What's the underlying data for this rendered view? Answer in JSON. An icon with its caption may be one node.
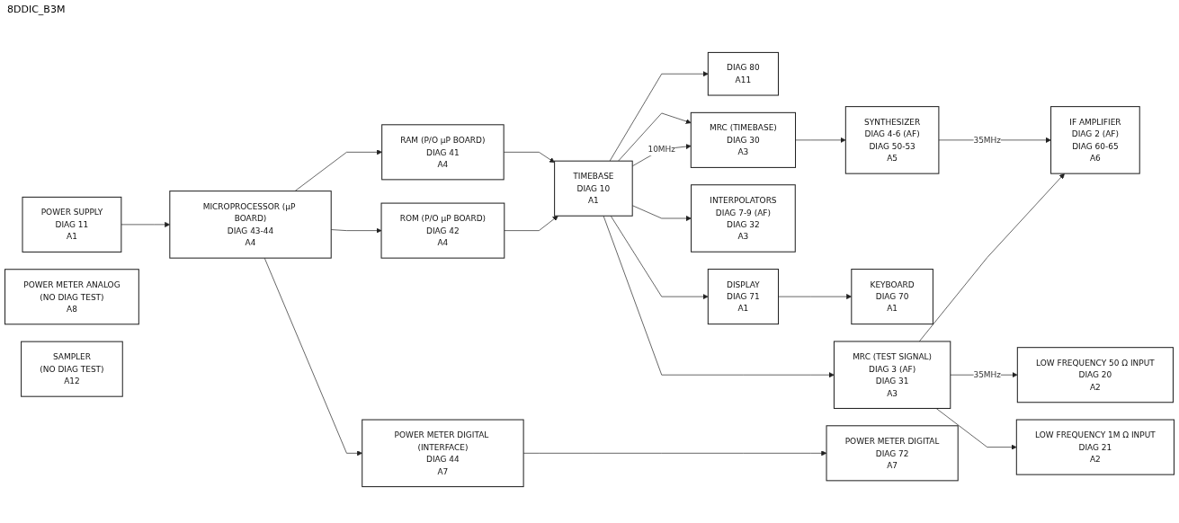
{
  "diagram": {
    "nodes": [
      {
        "text": [
          "POWER SUPPLY",
          "DIAG 11",
          "A1"
        ]
      },
      {
        "text": [
          "MICROPROCESSOR (µP BOARD)",
          "DIAG 43-44",
          "A4"
        ]
      },
      {
        "text": [
          "RAM (P/O µP BOARD)",
          "DIAG 41",
          "A4"
        ]
      },
      {
        "text": [
          "ROM (P/O µP BOARD)",
          "DIAG 42",
          "A4"
        ]
      },
      {
        "text": [
          "POWER METER DIGITAL (INTERFACE)",
          "DIAG 44",
          "A7"
        ]
      },
      {
        "text": [
          "POWER METER ANALOG",
          "(NO DIAG TEST)",
          "A8"
        ]
      },
      {
        "text": [
          "TIMEBASE",
          "DIAG 10",
          "A1"
        ]
      },
      {
        "text": [
          "POWER METER DIGITAL",
          "DIAG 72",
          "A7"
        ]
      },
      {
        "text": [
          "SAMPLER",
          "(NO DIAG TEST)",
          "A12"
        ]
      },
      {
        "text": [
          "DIAG 80",
          "A11"
        ]
      },
      {
        "text": [
          "MRC (TIMEBASE)",
          "DIAG 30",
          "A3"
        ]
      },
      {
        "text": [
          "MRC (TEST SIGNAL)",
          "DIAG 3 (AF)",
          "DIAG 31",
          "A3"
        ]
      },
      {
        "text": [
          "INTERPOLATORS",
          "DIAG 7-9 (AF)",
          "DIAG 32",
          "A3"
        ]
      },
      {
        "text": [
          "DISPLAY",
          "DIAG 71",
          "A1"
        ]
      },
      {
        "text": [
          "KEYBOARD",
          "DIAG 70",
          "A1"
        ]
      },
      {
        "text": [
          "SYNTHESIZER",
          "DIAG 4-6 (AF)",
          "DIAG 50-53",
          "A5"
        ]
      },
      {
        "text": [
          "IF AMPLIFIER",
          "DIAG 2 (AF)",
          "DIAG 60-65",
          "A6"
        ]
      },
      {
        "text": [
          "LOW FREQUENCY 50 Ω INPUT",
          "DIAG 20",
          "A2"
        ]
      },
      {
        "text": [
          "LOW FREQUENCY 1M Ω INPUT",
          "DIAG 21",
          "A2"
        ]
      }
    ],
    "edges": [
      {
        "from": 0,
        "to": 1,
        "arrow": "to"
      },
      {
        "from": 1,
        "to": 2,
        "arrow": "to"
      },
      {
        "from": 1,
        "to": 3,
        "arrow": "to"
      },
      {
        "from": 1,
        "to": 4,
        "arrow": "to"
      },
      {
        "from": 2,
        "to": 6,
        "arrow": "to"
      },
      {
        "from": 3,
        "to": 6,
        "arrow": "to"
      },
      {
        "from": 4,
        "to": 7,
        "arrow": "to"
      },
      {
        "from": 6,
        "to": 10,
        "arrow": "to"
      },
      {
        "from": 6,
        "to": 10,
        "label": "10MHz",
        "arrow": "to"
      },
      {
        "from": 6,
        "to": 9,
        "arrow": "to"
      },
      {
        "from": 6,
        "to": 11,
        "arrow": "to"
      },
      {
        "from": 6,
        "to": 12,
        "arrow": "to"
      },
      {
        "from": 6,
        "to": 13,
        "arrow": "to"
      },
      {
        "from": 13,
        "to": 14,
        "arrow": "to"
      },
      {
        "from": 10,
        "to": 15,
        "arrow": "to"
      },
      {
        "from": 15,
        "to": 16,
        "label": "35MHz",
        "arrow": "to"
      },
      {
        "from": 11,
        "to": 17,
        "label": "35MHz",
        "arrow": "to"
      },
      {
        "from": 11,
        "to": 18,
        "arrow": "to"
      },
      {
        "from": 11,
        "to": 16,
        "arrow": "to"
      }
    ],
    "labels": [
      "8DDIC_B3M"
    ]
  }
}
